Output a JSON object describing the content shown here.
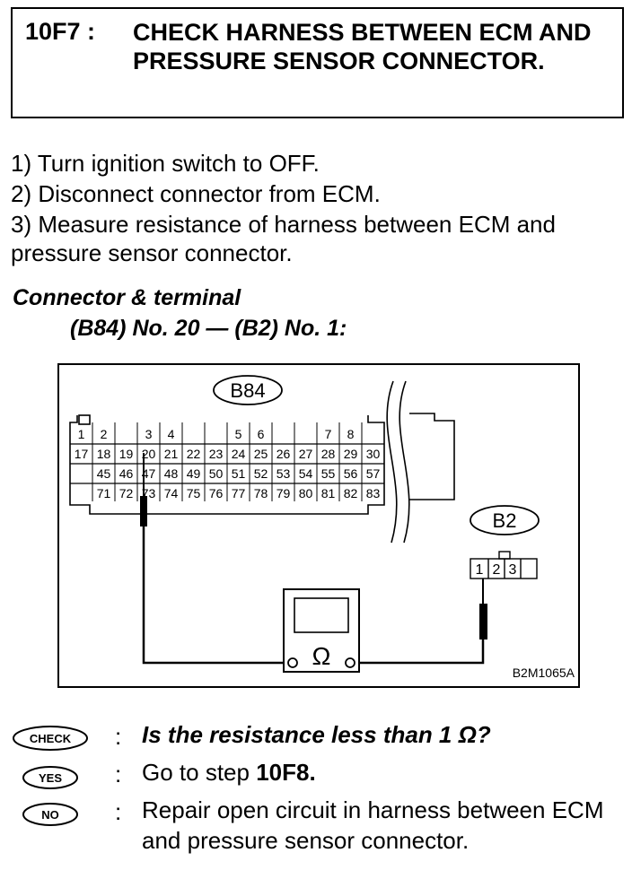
{
  "header": {
    "code": "10F7 :",
    "title": "CHECK HARNESS BETWEEN ECM AND PRESSURE SENSOR CONNECTOR."
  },
  "steps": [
    "1)  Turn ignition switch to OFF.",
    "2)  Disconnect connector from ECM.",
    "3)  Measure resistance of harness between ECM and pressure sensor connector."
  ],
  "connector": {
    "heading": "Connector & terminal",
    "spec": "(B84) No. 20 — (B2) No. 1:"
  },
  "diagram": {
    "ecm_label": "B84",
    "sensor_label": "B2",
    "meter_symbol": "Ω",
    "figure_id": "B2M1065A",
    "ecm_row1": [
      "1",
      "2",
      "",
      "3",
      "4",
      "",
      "",
      "5",
      "6",
      "",
      "",
      "7",
      "8",
      ""
    ],
    "ecm_row2": [
      "17",
      "18",
      "19",
      "20",
      "21",
      "22",
      "23",
      "24",
      "25",
      "26",
      "27",
      "28",
      "29",
      "30"
    ],
    "ecm_row3": [
      "",
      "45",
      "46",
      "47",
      "48",
      "49",
      "50",
      "51",
      "52",
      "53",
      "54",
      "55",
      "56",
      "57"
    ],
    "ecm_row4": [
      "",
      "71",
      "72",
      "73",
      "74",
      "75",
      "76",
      "77",
      "78",
      "79",
      "80",
      "81",
      "82",
      "83"
    ],
    "sensor_pins": [
      "1",
      "2",
      "3"
    ]
  },
  "check": {
    "check_badge": "CHECK",
    "yes_badge": "YES",
    "no_badge": "NO",
    "separator": ":",
    "question": "Is the resistance less than 1 Ω?",
    "yes_prefix": "Go to step ",
    "yes_step": "10F8.",
    "no_text": "Repair open circuit in harness between ECM and pressure sensor connector."
  }
}
